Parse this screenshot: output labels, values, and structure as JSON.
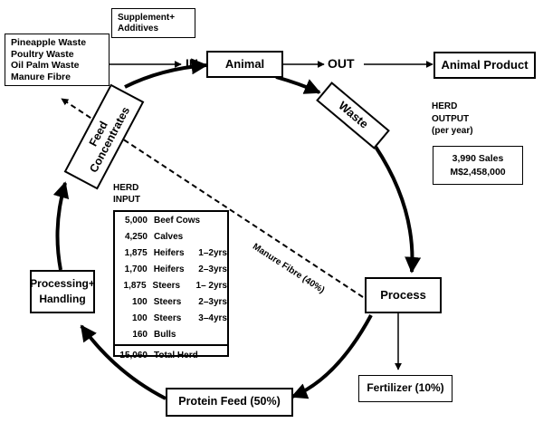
{
  "supplement": {
    "line1": "Supplement+",
    "line2": "Additives"
  },
  "waste_inputs": [
    "Pineapple Waste",
    "Poultry Waste",
    "Oil Palm Waste",
    "Manure Fibre"
  ],
  "flow": {
    "in_label": "IN",
    "animal": "Animal",
    "out_label": "OUT",
    "animal_product": "Animal Product",
    "waste": "Waste",
    "process": "Process",
    "fertilizer": "Fertilizer (10%)",
    "protein_feed": "Protein Feed (50%)",
    "processing_line1": "Processing+",
    "processing_line2": "Handling",
    "feed_line1": "Feed",
    "feed_line2": "Concentrates",
    "manure_fibre": "Manure Fibre (40%)"
  },
  "herd_output": {
    "title_line1": "HERD",
    "title_line2": "OUTPUT",
    "title_line3": "(per year)",
    "sales": "3,990 Sales",
    "value": "M$2,458,000"
  },
  "herd_input": {
    "title_line1": "HERD",
    "title_line2": "INPUT",
    "rows": [
      {
        "count": "5,000",
        "label": "Beef Cows",
        "years": ""
      },
      {
        "count": "4,250",
        "label": "Calves",
        "years": ""
      },
      {
        "count": "1,875",
        "label": "Heifers",
        "years": "1–2yrs"
      },
      {
        "count": "1,700",
        "label": "Heifers",
        "years": "2–3yrs"
      },
      {
        "count": "1,875",
        "label": "Steers",
        "years": "1– 2yrs"
      },
      {
        "count": "100",
        "label": "Steers",
        "years": "2–3yrs"
      },
      {
        "count": "100",
        "label": "Steers",
        "years": "3–4yrs"
      },
      {
        "count": "160",
        "label": "Bulls",
        "years": ""
      }
    ],
    "total_count": "15,060",
    "total_label": "Total Herd"
  }
}
